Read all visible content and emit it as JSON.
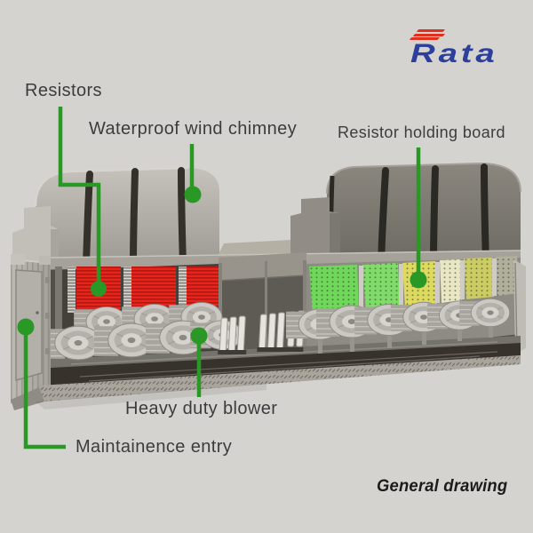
{
  "logo": {
    "text": "Rata"
  },
  "annotations": {
    "resistors": "Resistors",
    "wind_chimney": "Waterproof wind chimney",
    "holding_board": "Resistor holding board",
    "blower": "Heavy duty blower",
    "maintenance": "Maintainence entry"
  },
  "figure": {
    "caption": "General drawing"
  },
  "colors": {
    "background": "#d5d3d0",
    "annotation_green": "#2a9824",
    "label_text": "#3c3c3c",
    "caption_text": "#1b1b19",
    "logo_blue": "#2b3f9b",
    "logo_red": "#e2301f",
    "resistor_red": "#e8251a",
    "board_green": "#6fd75a",
    "board_yellow": "#ded95f"
  }
}
